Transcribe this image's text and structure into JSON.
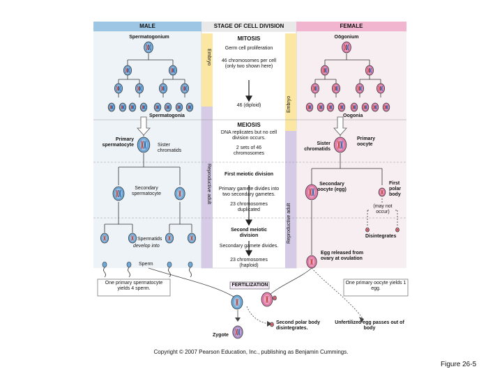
{
  "headers": {
    "male": "MALE",
    "stage": "STAGE OF CELL DIVISION",
    "female": "FEMALE"
  },
  "phase_labels": {
    "embryo_left": "Embryo",
    "embryo_right": "Embryo",
    "repro_left": "Reproductive adult",
    "repro_right": "Reproductive adult"
  },
  "male": {
    "spermatogonium": "Spermatogonium",
    "spermatogonia": "Spermatogonia",
    "primary_spermatocyte": "Primary spermatocyte",
    "sister_chromatids": "Sister chromatids",
    "secondary_spermatocyte": "Secondary spermatocyte",
    "spermatids": "Spermatids",
    "develop_into": "develop into",
    "sperm": "Sperm",
    "yield_note": "One primary spermatocyte yields 4 sperm."
  },
  "stage": {
    "mitosis": "MITOSIS",
    "germ_cell_proliferation": "Germ cell proliferation",
    "chromosomes_46": "46 chromosomes per cell (only two shown here)",
    "diploid": "46 (diploid)",
    "meiosis": "MEIOSIS",
    "dna_replicates": "DNA replicates but no cell division occurs.",
    "two_sets": "2 sets of 46 chromosomes",
    "first_meiotic": "First meiotic division",
    "primary_gamete": "Primary gamete divides into two secondary gametes.",
    "chromosomes_23_dup": "23 chromosomes duplicated",
    "second_meiotic": "Second meiotic division",
    "secondary_gamete": "Secondary gamete divides.",
    "haploid": "23 chromosomes (haploid)"
  },
  "female": {
    "oogonium": "Oögonium",
    "oogonia": "Oogonia",
    "sister_chromatids": "Sister chromatids",
    "primary_oocyte": "Primary oocyte",
    "secondary_oocyte": "Secondary oocyte (egg)",
    "first_polar_body": "First polar body",
    "may_not_occur": "(may not occur)",
    "disintegrates": "Disintegrates",
    "egg_released": "Egg released from ovary at ovulation",
    "yield_note": "One primary oocyte yields 1 egg."
  },
  "bottom": {
    "fertilization": "FERTILIZATION",
    "second_polar": "Second polar body disintegrates.",
    "unfertilized": "Unfertilized egg passes out of body",
    "zygote": "Zygote"
  },
  "copyright": "Copyright © 2007 Pearson Education, Inc., publishing as Benjamin Cummings.",
  "figure_label": "Figure 26-5",
  "colors": {
    "male_header": "#9cc6e4",
    "female_header": "#f2b5cf",
    "embryo": "#fbe7a1",
    "repro": "#d6cbe6",
    "male_cell": "#6fa8d6",
    "female_cell": "#e07aa8",
    "section_bg": "#eef3f7"
  }
}
